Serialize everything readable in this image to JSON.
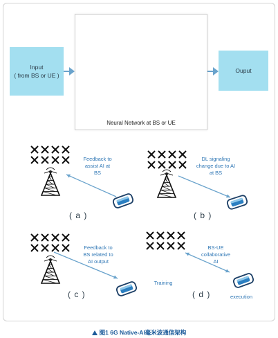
{
  "input_box": {
    "line1": "Input",
    "line2": "( from BS or UE )"
  },
  "output_box": {
    "label": "Ouput"
  },
  "network": {
    "caption": "Neural Network at BS or UE"
  },
  "panels": [
    {
      "label": "( a )",
      "text_lines": [
        "Feedback to",
        "assist AI at",
        "BS"
      ]
    },
    {
      "label": "( b )",
      "text_lines": [
        "DL signaling",
        "change due to AI",
        "at BS"
      ]
    },
    {
      "label": "( c )",
      "text_lines": [
        "Feedback to",
        "BS related to",
        "AI output"
      ]
    },
    {
      "label": "( d )",
      "text_lines": [
        "BS-UE",
        "collaborative",
        "AI"
      ],
      "training": "Training",
      "execution": "execution"
    }
  ],
  "figure_caption": "图1 6G Native-AI毫米波通信架构",
  "colors": {
    "box_fill": "#a3dff0",
    "arrow": "#6aa3cc",
    "node": "#a8dff1",
    "text_blue": "#2f77b5",
    "caption": "#1d5b9a"
  }
}
